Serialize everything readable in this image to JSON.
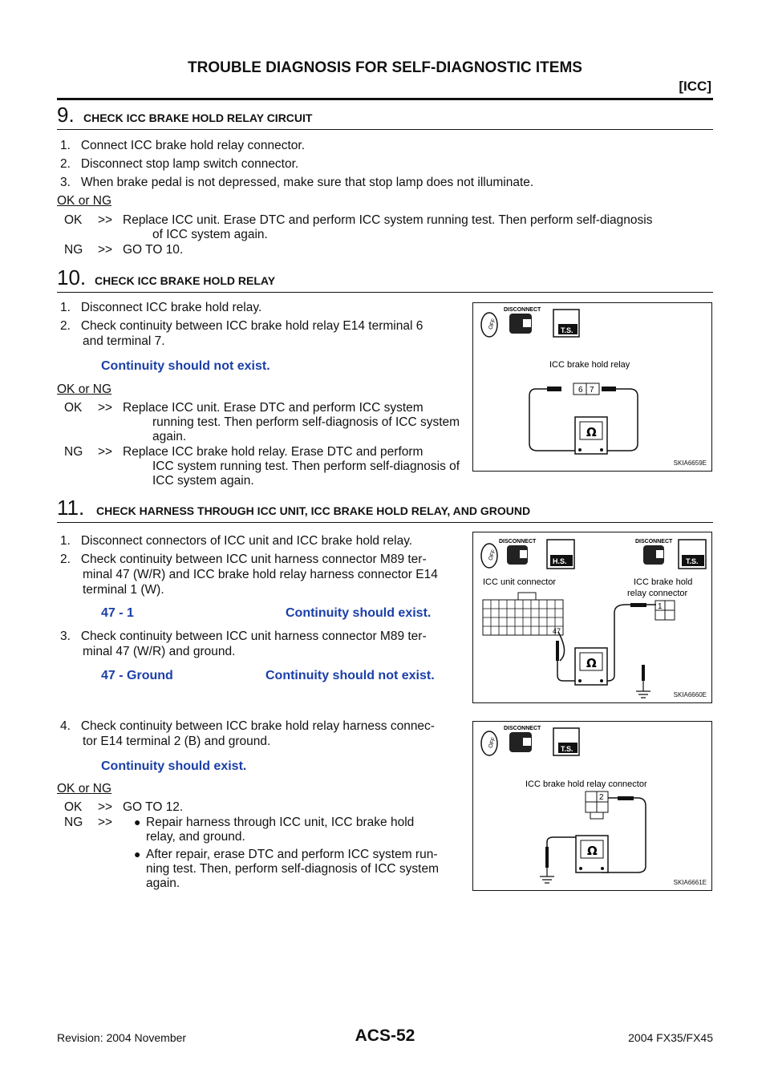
{
  "header": {
    "title": "TROUBLE DIAGNOSIS FOR SELF-DIAGNOSTIC ITEMS",
    "section": "[ICC]"
  },
  "step9": {
    "number": "9.",
    "title": "CHECK ICC BRAKE HOLD RELAY CIRCUIT",
    "items": [
      "1.   Connect ICC brake hold relay connector.",
      "2.   Disconnect stop lamp switch connector.",
      "3.   When brake pedal is not depressed, make sure that stop lamp does not illuminate."
    ],
    "ok_ng": "OK or NG",
    "ok_key": "OK",
    "ok_arrow": ">>",
    "ok_text_1": "Replace ICC unit. Erase DTC and perform ICC system running test. Then perform self-diagnosis",
    "ok_text_2": "of ICC system again.",
    "ng_key": "NG",
    "ng_arrow": ">>",
    "ng_text": "GO TO 10."
  },
  "step10": {
    "number": "10.",
    "title": "CHECK ICC BRAKE HOLD RELAY",
    "items": [
      "1.   Disconnect ICC brake hold relay.",
      "2.   Check continuity between ICC brake hold relay E14 terminal 6",
      "and terminal 7."
    ],
    "spec": "Continuity should not exist.",
    "ok_ng": "OK or NG",
    "ok_key": "OK",
    "ok_arrow": ">>",
    "ok_lines": [
      "Replace ICC unit. Erase DTC and perform ICC system",
      "running test. Then perform self-diagnosis of ICC system",
      "again."
    ],
    "ng_key": "NG",
    "ng_arrow": ">>",
    "ng_lines": [
      "Replace ICC brake hold relay. Erase DTC and perform",
      "ICC system running test. Then perform self-diagnosis of",
      "ICC system again."
    ],
    "figure": {
      "relay_label": "ICC brake hold relay",
      "pin_a": "6",
      "pin_b": "7",
      "code": "SKIA6659E",
      "badge_disconnect": "DISCONNECT",
      "badge_ts": "T.S.",
      "badge_off": "OFF",
      "ohm": "Ω"
    }
  },
  "step11": {
    "number": "11.",
    "title": "CHECK HARNESS THROUGH ICC UNIT, ICC BRAKE HOLD RELAY, AND GROUND",
    "items1": [
      "1.   Disconnect connectors of ICC unit and ICC brake hold relay.",
      "2.   Check continuity between ICC unit harness connector M89 ter-",
      "minal 47 (W/R) and ICC brake hold relay harness connector E14",
      "terminal 1 (W)."
    ],
    "spec1_a": "47 - 1",
    "spec1_b": "Continuity should exist.",
    "items2": [
      "3.   Check continuity between ICC unit harness connector M89 ter-",
      "minal 47 (W/R) and ground."
    ],
    "spec2_a": "47 - Ground",
    "spec2_b": "Continuity should not exist.",
    "items3": [
      "4.   Check continuity between ICC brake hold relay harness connec-",
      "tor E14 terminal 2 (B) and ground."
    ],
    "spec3": "Continuity should exist.",
    "ok_ng": "OK or NG",
    "ok_key": "OK",
    "ok_arrow": ">>",
    "ok_text": "GO TO 12.",
    "ng_key": "NG",
    "ng_arrow": ">>",
    "ng_b1_lines": [
      "Repair harness through ICC unit, ICC brake hold",
      "relay, and ground."
    ],
    "ng_b2_lines": [
      "After repair, erase DTC and perform ICC system run-",
      "ning test. Then, perform self-diagnosis of ICC system",
      "again."
    ],
    "figure1": {
      "unit_label": "ICC unit connector",
      "relay_label_1": "ICC brake hold",
      "relay_label_2": "relay connector",
      "pin_unit": "47",
      "pin_relay": "1",
      "code": "SKIA6660E",
      "badge_disconnect": "DISCONNECT",
      "badge_hs": "H.S.",
      "badge_ts": "T.S.",
      "badge_off": "OFF",
      "ohm": "Ω"
    },
    "figure2": {
      "relay_label": "ICC brake hold relay connector",
      "pin": "2",
      "code": "SKIA6661E",
      "badge_disconnect": "DISCONNECT",
      "badge_ts": "T.S.",
      "badge_off": "OFF",
      "ohm": "Ω"
    }
  },
  "footer": {
    "revision": "Revision: 2004 November",
    "page": "ACS-52",
    "model": "2004 FX35/FX45"
  }
}
